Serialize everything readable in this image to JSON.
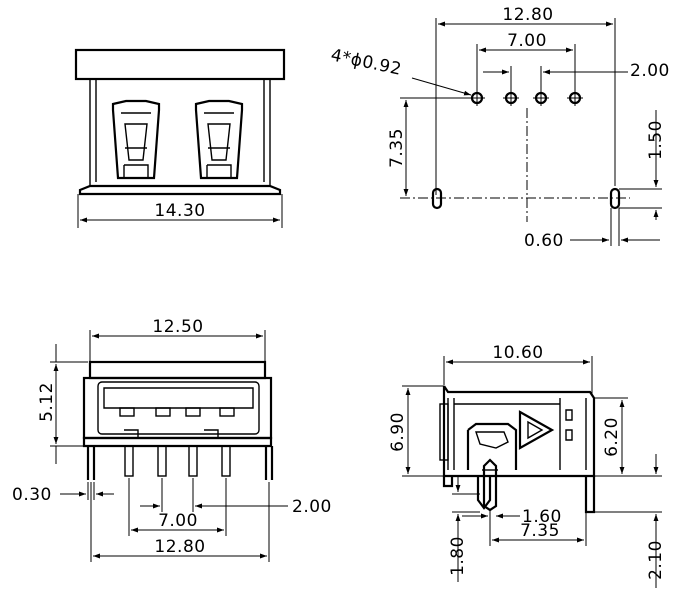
{
  "views": {
    "front": {
      "width": "14.30"
    },
    "pcb_layout": {
      "overall_width": "12.80",
      "inner_pitch": "7.00",
      "hole_note": "4*ϕ0.92",
      "pin_pitch": "2.00",
      "depth": "7.35",
      "slot_height": "1.50",
      "slot_width": "0.60"
    },
    "front_view": {
      "housing_width": "12.50",
      "height": "5.12",
      "pin_width": "0.30",
      "pin_pitch": "2.00",
      "pin_span": "7.00",
      "overall_width": "12.80"
    },
    "side_view": {
      "length": "10.60",
      "height": "6.90",
      "body_height": "6.20",
      "pin_offset": "1.60",
      "depth": "7.35",
      "lead_length": "1.80",
      "tail_length": "2.10"
    }
  }
}
